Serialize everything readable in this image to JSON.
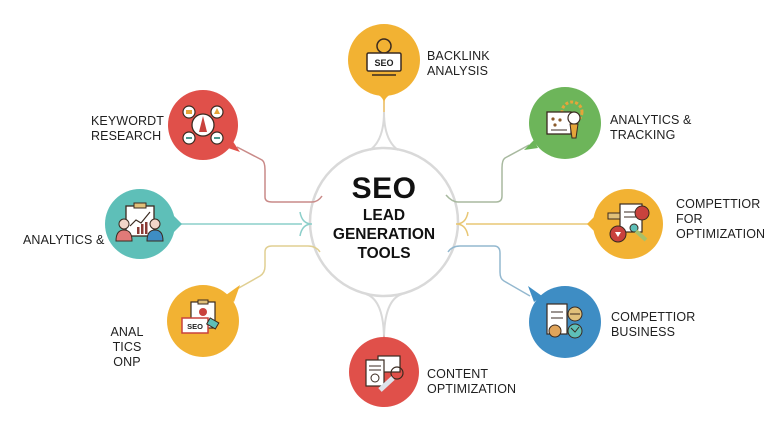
{
  "center": {
    "title": "SEO",
    "subtitle_lines": [
      "LEAD",
      "GENERATION",
      "TOOLS"
    ]
  },
  "nodes": [
    {
      "id": "backlink",
      "lines": [
        "BACKLINK",
        "ANALYSIS"
      ],
      "color": "#F2B233",
      "icon": "seo-monitor-gear-icon",
      "position": "top"
    },
    {
      "id": "keyword",
      "lines": [
        "KEYWORDT",
        "RESEARCH"
      ],
      "color": "#E0504A",
      "icon": "keyword-network-icon",
      "position": "top-left"
    },
    {
      "id": "analytics-tracking",
      "lines": [
        "ANALYTICS &",
        "TRACKING"
      ],
      "color": "#6DB55A",
      "icon": "analytics-gear-bulb-icon",
      "position": "top-right"
    },
    {
      "id": "analytics-left",
      "lines": [
        "ANALYTICS &"
      ],
      "color": "#5EBFB8",
      "icon": "team-chart-board-icon",
      "position": "left"
    },
    {
      "id": "competitor-optimization",
      "lines": [
        "COMPETTIOR",
        "FOR",
        "OPTIMIZATION"
      ],
      "color": "#F2B233",
      "icon": "competitor-tools-icon",
      "position": "right"
    },
    {
      "id": "analytics-onp",
      "lines": [
        "ANAL TICS",
        "ONP"
      ],
      "color": "#F2B233",
      "icon": "seo-clipboard-icon",
      "position": "bottom-left"
    },
    {
      "id": "competitor-business",
      "lines": [
        "COMPETTIOR",
        "BUSINESS"
      ],
      "color": "#3E8DC4",
      "icon": "business-document-icon",
      "position": "bottom-right"
    },
    {
      "id": "content",
      "lines": [
        "CONTENT",
        "OPTIMIZATION"
      ],
      "color": "#E0504A",
      "icon": "content-document-icon",
      "position": "bottom"
    }
  ],
  "colors": {
    "background": "#FFFFFF",
    "center_ring": "#D9D9D9",
    "text": "#1F1F1F"
  }
}
